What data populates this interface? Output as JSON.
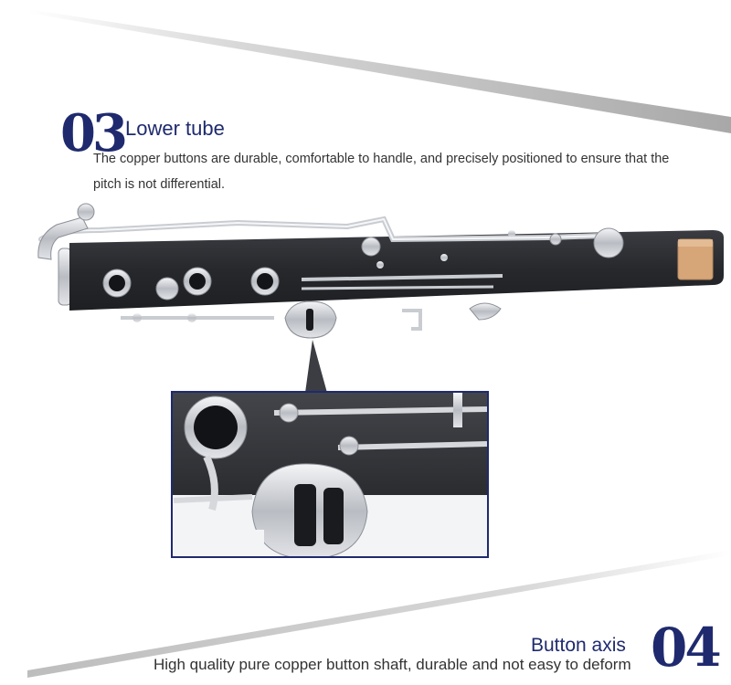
{
  "section_03": {
    "number": "03",
    "title": "Lower tube",
    "description": "The copper buttons are durable, comfortable to handle, and precisely positioned to ensure that the pitch is not differential."
  },
  "section_04": {
    "number": "04",
    "title": "Button axis",
    "description": "High quality pure copper button shaft, durable and not easy to deform"
  },
  "colors": {
    "accent": "#1f2a6e",
    "tube": "#2b2d31",
    "cork": "#d6a679",
    "metal": "#c9ccd1"
  }
}
